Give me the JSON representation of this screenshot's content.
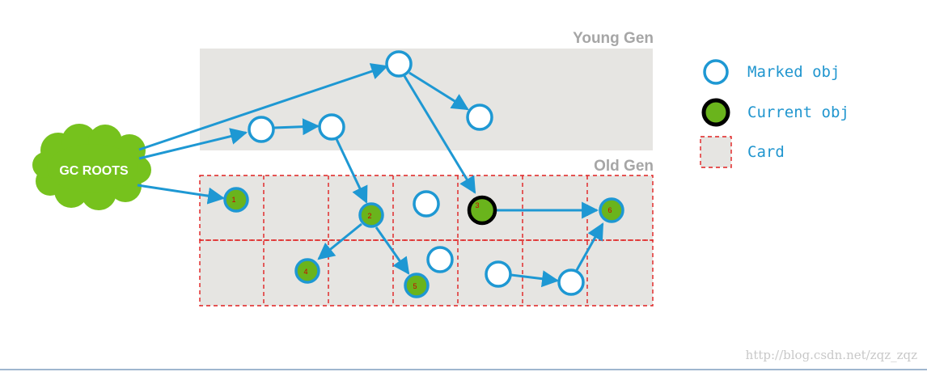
{
  "regions": {
    "young_gen_label": "Young Gen",
    "old_gen_label": "Old Gen"
  },
  "roots": {
    "label": "GC ROOTS"
  },
  "legend": {
    "marked_label": "Marked obj",
    "current_label": "Current obj",
    "card_label": "Card"
  },
  "objects": {
    "n1": "1",
    "n2": "2",
    "n3": "3",
    "n4": "4",
    "n5": "5",
    "n6": "6"
  },
  "watermark": "http://blog.csdn.net/zqz_zqz",
  "colors": {
    "marked_stroke": "#1e98d3",
    "current_fill": "#6ab41c",
    "current_stroke": "#000000",
    "arrow": "#1e98d3",
    "card_border": "#e02020",
    "region_bg": "#e6e5e2",
    "cloud": "#76c21d"
  }
}
